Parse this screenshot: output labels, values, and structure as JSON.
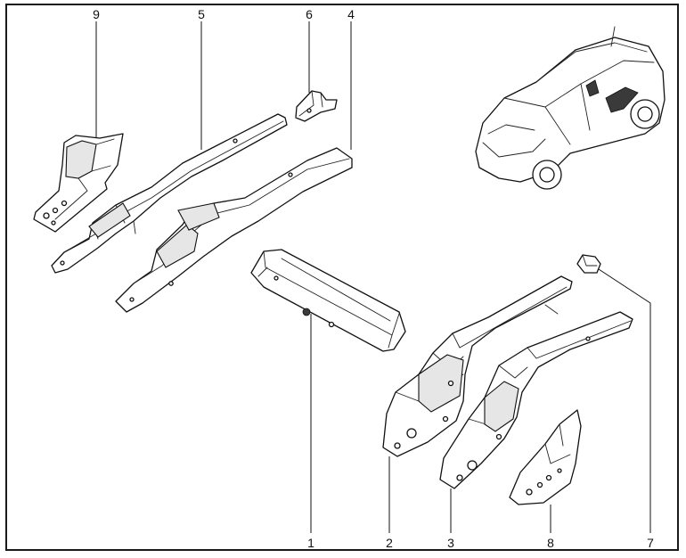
{
  "callouts": {
    "c9": "9",
    "c5": "5",
    "c6": "6",
    "c4": "4",
    "c1": "1",
    "c2": "2",
    "c3": "3",
    "c8": "8",
    "c7": "7"
  }
}
